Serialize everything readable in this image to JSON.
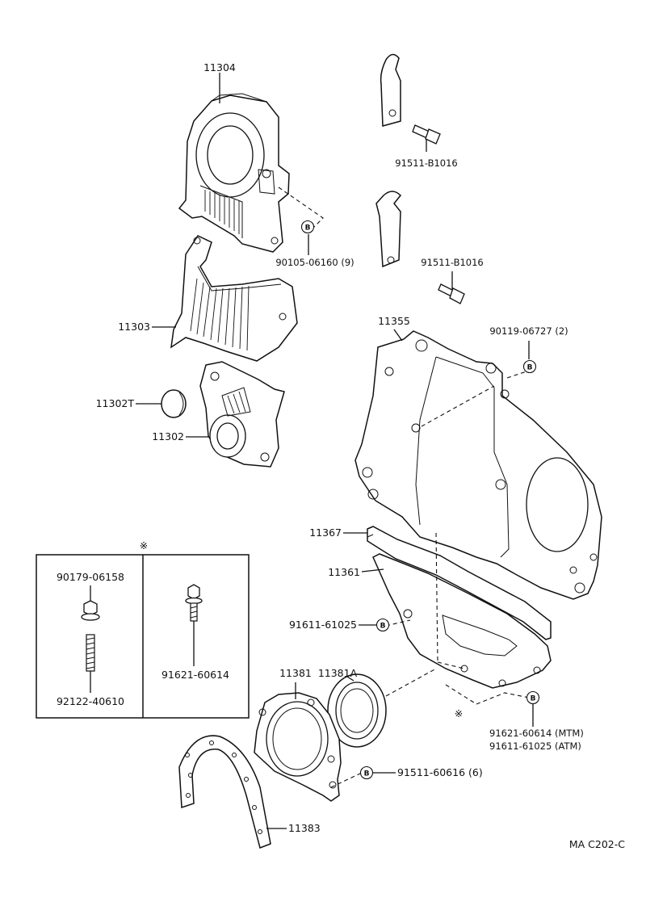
{
  "labels": {
    "l11304": "11304",
    "l91511a": "91511-B1016",
    "l90105": "90105-06160 (9)",
    "l91511b": "91511-B1016",
    "l11303": "11303",
    "l11355": "11355",
    "l90119": "90119-06727 (2)",
    "l11302t": "11302T",
    "l11302": "11302",
    "l11367": "11367",
    "l11361": "11361",
    "l91611": "91611-61025",
    "l11381a": "11381A",
    "l11381": "11381",
    "l91621mtm": "91621-60614 (MTM)",
    "l91611atm": "91611-61025 (ATM)",
    "l91511c": "91511-60616 (6)",
    "l11383": "11383",
    "code": "MA C202-C"
  },
  "inset": {
    "marker": "※",
    "left_top": "90179-06158",
    "left_bottom": "92122-40610",
    "right": "91621-60614"
  },
  "star_marker": "※",
  "marker_letter": "B"
}
